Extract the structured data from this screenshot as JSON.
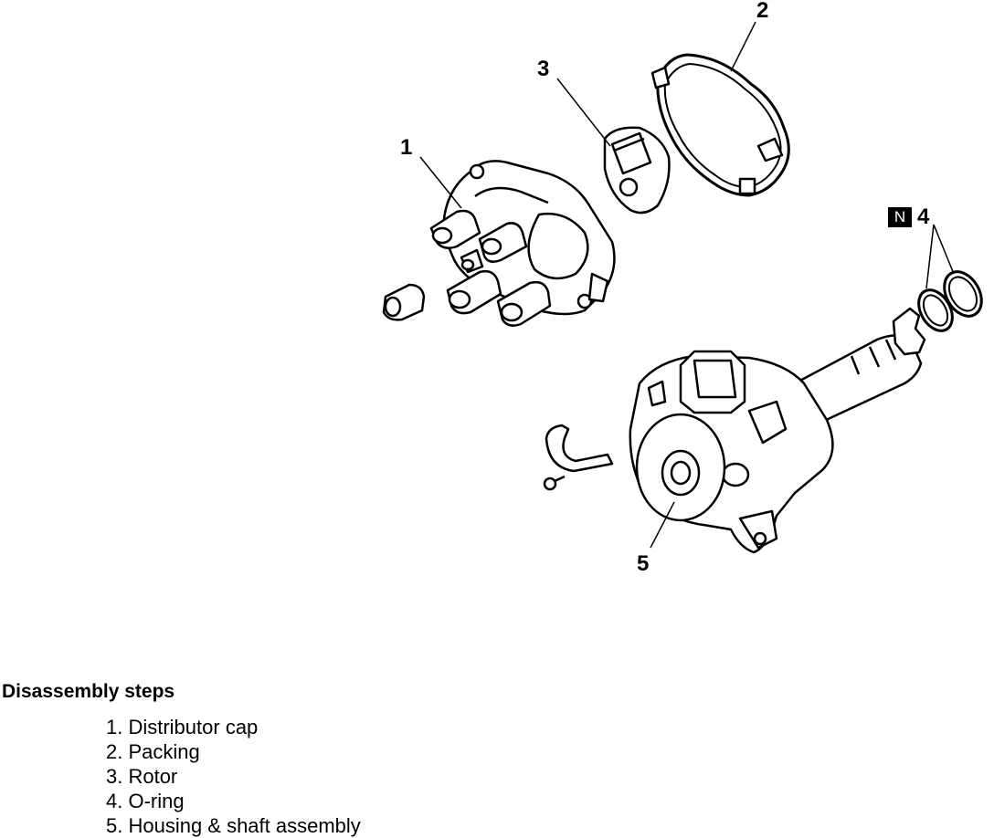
{
  "diagram": {
    "callouts": {
      "c1": "1",
      "c2": "2",
      "c3": "3",
      "c4": "4",
      "c5": "5"
    },
    "badge_n": "N"
  },
  "steps": {
    "title": "Disassembly steps",
    "items": [
      "1. Distributor cap",
      "2. Packing",
      "3. Rotor",
      "4. O-ring",
      "5. Housing & shaft assembly"
    ]
  }
}
